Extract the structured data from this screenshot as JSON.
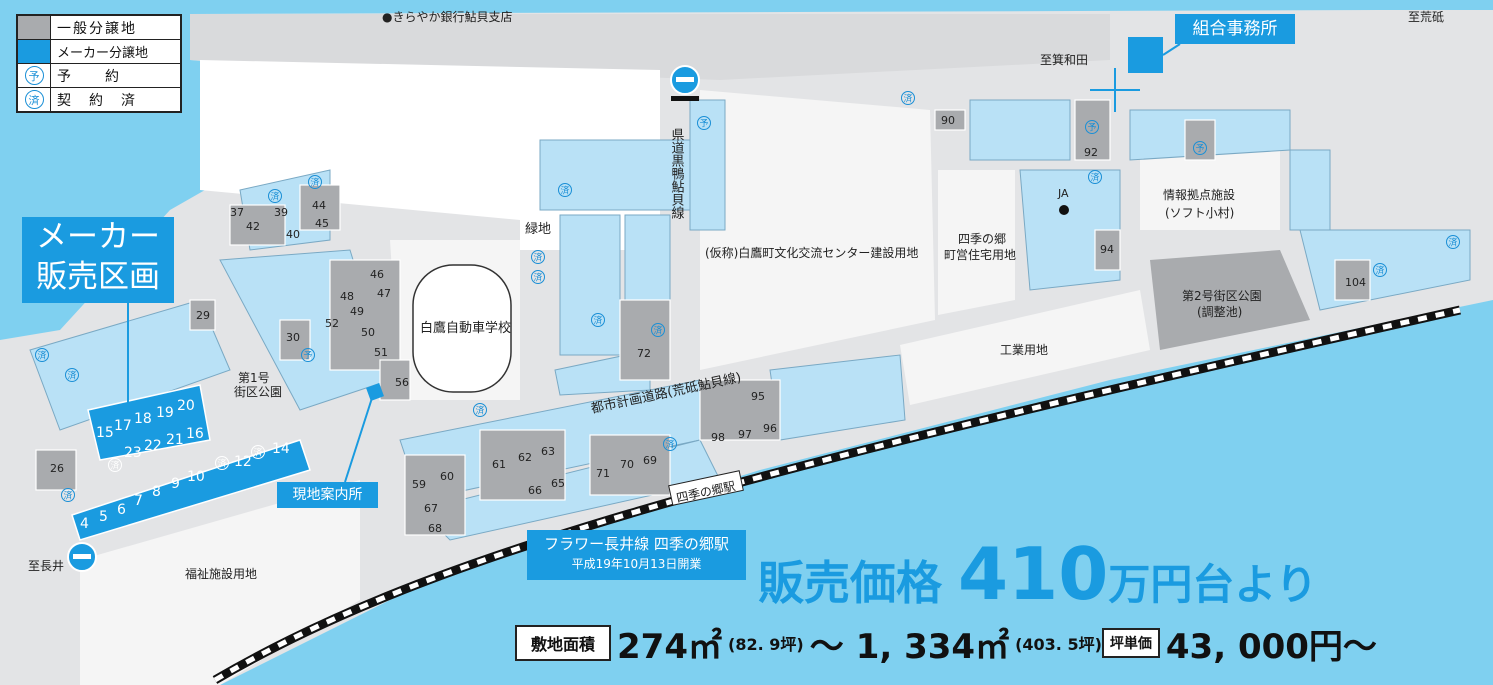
{
  "legend": [
    {
      "swatch": "gray",
      "label": "一般分譲地"
    },
    {
      "swatch": "blue",
      "label": "メーカー分譲地"
    },
    {
      "swatch": "reserved",
      "label": "予　　約",
      "mark": "予"
    },
    {
      "swatch": "sold",
      "label": "契　約　済",
      "mark": "済"
    }
  ],
  "colors": {
    "sea": "#7fd0f0",
    "road": "#e3e4e6",
    "lot": "#b9e1f6",
    "maker_lot": "#1a9be0",
    "general_lot": "#a9abae",
    "facility": "#f5f5f5"
  },
  "maker_area": {
    "line1": "メーカー",
    "line2": "販売区画"
  },
  "places": {
    "bank": "●きらやか銀行鮎貝支店",
    "to_wada": "至箕和田",
    "to_arato": "至荒砥",
    "to_nagai": "至長井",
    "office": "組合事務所",
    "prefectural_road": "県道黒鴨鮎貝線",
    "green": "緑地",
    "driving_school": "白鷹自動車学校",
    "culture_center": "(仮称)白鷹町文化交流センター建設用地",
    "housing_line1": "四季の郷",
    "housing_line2": "町営住宅用地",
    "ja": "JA",
    "info_line1": "情報拠点施設",
    "info_line2": "(ソフト小村)",
    "park2_line1": "第2号街区公園",
    "park2_line2": "(調整池)",
    "industrial": "工業用地",
    "park1_line1": "第1号",
    "park1_line2": "街区公園",
    "city_road": "都市計画道路(荒砥鮎貝線)",
    "station_label": "四季の郷駅",
    "welfare": "福祉施設用地",
    "guide_office": "現地案内所"
  },
  "station": {
    "line": "フラワー長井線 四季の郷駅",
    "opened": "平成19年10月13日開業"
  },
  "price": {
    "prefix": "販売価格",
    "amount": "410",
    "suffix": "万円台より"
  },
  "areas": {
    "label": "敷地面積",
    "min": "274㎡",
    "min_tsubo": "(82. 9坪)",
    "tilde": "〜",
    "max": "1, 334㎡",
    "max_tsubo": "(403. 5坪)",
    "unit_label": "坪単価",
    "unit_price": "43, 000円〜"
  },
  "lots": {
    "maker": [
      "4",
      "5",
      "6",
      "7",
      "8",
      "9",
      "10",
      "12",
      "14",
      "15",
      "16",
      "17",
      "18",
      "19",
      "20",
      "21",
      "22",
      "23"
    ],
    "general": [
      "26",
      "29",
      "30",
      "37",
      "39",
      "40",
      "42",
      "44",
      "45",
      "46",
      "47",
      "48",
      "49",
      "50",
      "51",
      "52",
      "56",
      "59",
      "60",
      "61",
      "62",
      "63",
      "65",
      "66",
      "67",
      "68",
      "69",
      "70",
      "71",
      "72",
      "90",
      "92",
      "94",
      "95",
      "96",
      "97",
      "98",
      "104"
    ]
  }
}
